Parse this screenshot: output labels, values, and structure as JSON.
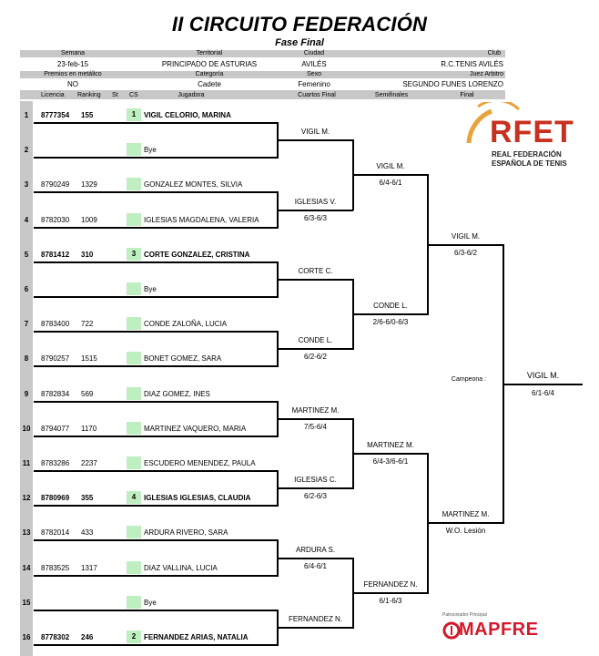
{
  "title": "II CIRCUITO FEDERACIÓN",
  "subtitle": "Fase Final",
  "info": {
    "row1_labels": {
      "semana": "Semana",
      "territorial": "Territorial",
      "ciudad": "Ciudad",
      "club": "Club"
    },
    "row1_values": {
      "semana": "23-feb-15",
      "territorial": "PRINCIPADO DE ASTURIAS",
      "ciudad": "AVILÉS",
      "club": "R.C.TENIS AVILÉS"
    },
    "row2_labels": {
      "premios": "Premios en metálico",
      "categoria": "Categoría",
      "sexo": "Sexo",
      "juez": "Juez Arbitro"
    },
    "row2_values": {
      "premios": "NO",
      "categoria": "Cadete",
      "sexo": "Femenino",
      "juez": "SEGUNDO FUNES LORENZO"
    }
  },
  "columns": {
    "licencia": "Licencia",
    "ranking": "Ranking",
    "st": "St",
    "cs": "CS",
    "jugadora": "Jugadora",
    "cuartos": "Cuartos Final",
    "semis": "Semifinales",
    "final": "Final"
  },
  "entries": [
    {
      "num": "1",
      "lic": "8777354",
      "rank": "155",
      "cs": "1",
      "name": "VIGIL CELORIO, MARINA",
      "bold": true
    },
    {
      "num": "2",
      "lic": "",
      "rank": "",
      "cs": "",
      "name": "Bye",
      "bold": false
    },
    {
      "num": "3",
      "lic": "8790249",
      "rank": "1329",
      "cs": "",
      "name": "GONZALEZ MONTES, SILVIA",
      "bold": false
    },
    {
      "num": "4",
      "lic": "8782030",
      "rank": "1009",
      "cs": "",
      "name": "IGLESIAS MAGDALENA, VALERIA",
      "bold": false
    },
    {
      "num": "5",
      "lic": "8781412",
      "rank": "310",
      "cs": "3",
      "name": "CORTE GONZALEZ, CRISTINA",
      "bold": true
    },
    {
      "num": "6",
      "lic": "",
      "rank": "",
      "cs": "",
      "name": "Bye",
      "bold": false
    },
    {
      "num": "7",
      "lic": "8783400",
      "rank": "722",
      "cs": "",
      "name": "CONDE ZALOÑA, LUCIA",
      "bold": false
    },
    {
      "num": "8",
      "lic": "8790257",
      "rank": "1515",
      "cs": "",
      "name": "BONET GOMEZ, SARA",
      "bold": false
    },
    {
      "num": "9",
      "lic": "8782834",
      "rank": "569",
      "cs": "",
      "name": "DIAZ GOMEZ, INES",
      "bold": false
    },
    {
      "num": "10",
      "lic": "8794077",
      "rank": "1170",
      "cs": "",
      "name": "MARTINEZ VAQUERO, MARIA",
      "bold": false
    },
    {
      "num": "11",
      "lic": "8783286",
      "rank": "2237",
      "cs": "",
      "name": "ESCUDERO MENENDEZ, PAULA",
      "bold": false
    },
    {
      "num": "12",
      "lic": "8780969",
      "rank": "355",
      "cs": "4",
      "name": "IGLESIAS IGLESIAS, CLAUDIA",
      "bold": true
    },
    {
      "num": "13",
      "lic": "8782014",
      "rank": "433",
      "cs": "",
      "name": "ARDURA RIVERO, SARA",
      "bold": false
    },
    {
      "num": "14",
      "lic": "8783525",
      "rank": "1317",
      "cs": "",
      "name": "DIAZ VALLINA, LUCIA",
      "bold": false
    },
    {
      "num": "15",
      "lic": "",
      "rank": "",
      "cs": "",
      "name": "Bye",
      "bold": false
    },
    {
      "num": "16",
      "lic": "8778302",
      "rank": "246",
      "cs": "2",
      "name": "FERNANDEZ ARIAS, NATALIA",
      "bold": true
    }
  ],
  "quarters": [
    {
      "winner": "VIGIL M.",
      "score": ""
    },
    {
      "winner": "IGLESIAS V.",
      "score": "6/3-6/3"
    },
    {
      "winner": "CORTE C.",
      "score": ""
    },
    {
      "winner": "CONDE L.",
      "score": "6/2-6/2"
    },
    {
      "winner": "MARTINEZ M.",
      "score": "7/5-6/4"
    },
    {
      "winner": "IGLESIAS C.",
      "score": "6/2-6/3"
    },
    {
      "winner": "ARDURA S.",
      "score": "6/4-6/1"
    },
    {
      "winner": "FERNANDEZ N.",
      "score": ""
    }
  ],
  "semis": [
    {
      "winner": "VIGIL M.",
      "score": "6/4-6/1"
    },
    {
      "winner": "CONDE L.",
      "score": "2/6-6/0-6/3"
    },
    {
      "winner": "MARTINEZ M.",
      "score": "6/4-3/6-6/1"
    },
    {
      "winner": "FERNANDEZ N.",
      "score": "6/1-6/3"
    }
  ],
  "finals": [
    {
      "winner": "VIGIL M.",
      "score": "6/3-6/2"
    },
    {
      "winner": "MARTINEZ M.",
      "score": "W.O. Lesión"
    }
  ],
  "champion": {
    "label": "Campeona :",
    "winner": "VIGIL M.",
    "score": "6/1-6/4"
  },
  "logos": {
    "rfet_text": "RFET",
    "rfet_line1": "REAL FEDERACIÓN",
    "rfet_line2": "ESPAÑOLA DE TENIS",
    "sponsor_label": "Patrocinador Principal",
    "sponsor_name": "MAPFRE"
  },
  "colors": {
    "band": "#c8c8c8",
    "seed_cell": "#bfeec0",
    "rfet_red": "#c8311f",
    "rfet_ring": "#e8a33d",
    "mapfre_red": "#d4192c"
  }
}
